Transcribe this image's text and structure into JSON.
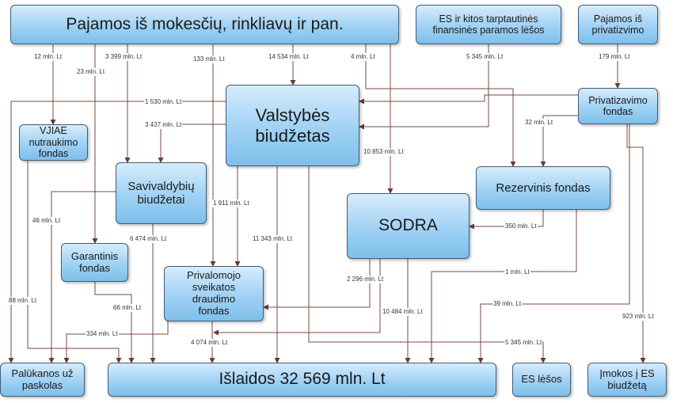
{
  "nodes": {
    "pajamos": "Pajamos iš mokesčių, rinkliavų ir pan.",
    "es_lesos_in": "ES ir kitos tarptautinės\nfinansinės paramos lėšos",
    "privatizavimo_pajamos": "Pajamos iš\nprivatizvimo",
    "valstybes_biudzetas": "Valstybės\nbiudžetas",
    "privatizavimo_fondas": "Privatizavimo\nfondas",
    "vjiae": "VJIAE\nnutraukimo\nfondas",
    "savivaldybiu": "Savivaldybių\nbiudžetai",
    "rezervinis": "Rezervinis fondas",
    "sodra": "SODRA",
    "garantinis": "Garantinis\nfondas",
    "psdf": "Privalomojo\nsveikatos\ndraudimo\nfondas",
    "palukanos": "Palūkanos už\npaskolas",
    "islaidos": "Išlaidos 32 569 mln. Lt",
    "es_lesos_out": "ES lėšos",
    "imokos_es": "Įmokos į ES\nbiudžetą"
  },
  "flows": {
    "f_vjiae_in": "12 mln. Lt",
    "f_sav_in": "3 399 mln. Lt",
    "f_gar_in": "23 mln. Lt",
    "f_psdf_in": "133 mln. Lt",
    "f_vb_in": "14 534 mln. Lt",
    "f_rez_in": "4 mln. Lt",
    "f_es_in": "5 345 mln. Lt",
    "f_priv_in": "179 mln. Lt",
    "f_pal_vb": "1 530 mln. Lt",
    "f_vb_sav": "3 437 mln. Lt",
    "f_priv_rez": "32 mln. Lt",
    "f_vb_sodra": "10 853 mln. Lt",
    "f_sav_pal": "46 mln. Lt",
    "f_vb_psdf": "1 911 mln. Lt",
    "f_sav_isl": "6 474 mln. Lt",
    "f_vb_isl": "11 343 mln. Lt",
    "f_rez_sodra": "350 mln. Lt",
    "f_rez_isl": "1 mln. Lt",
    "f_sodra_psdf": "2 296 mln. Lt",
    "f_priv_isl": "39 mln. Lt",
    "f_vjiae_pal": "88 mln. Lt",
    "f_gar_isl": "66 mln. Lt",
    "f_sodra_isl": "10 484 mln. Lt",
    "f_imokos": "923 mln. Lt",
    "f_pal_334": "334 mln. Lt",
    "f_psdf_isl": "4 074 mln. Lt",
    "f_es_out": "5 345 mln. Lt"
  }
}
